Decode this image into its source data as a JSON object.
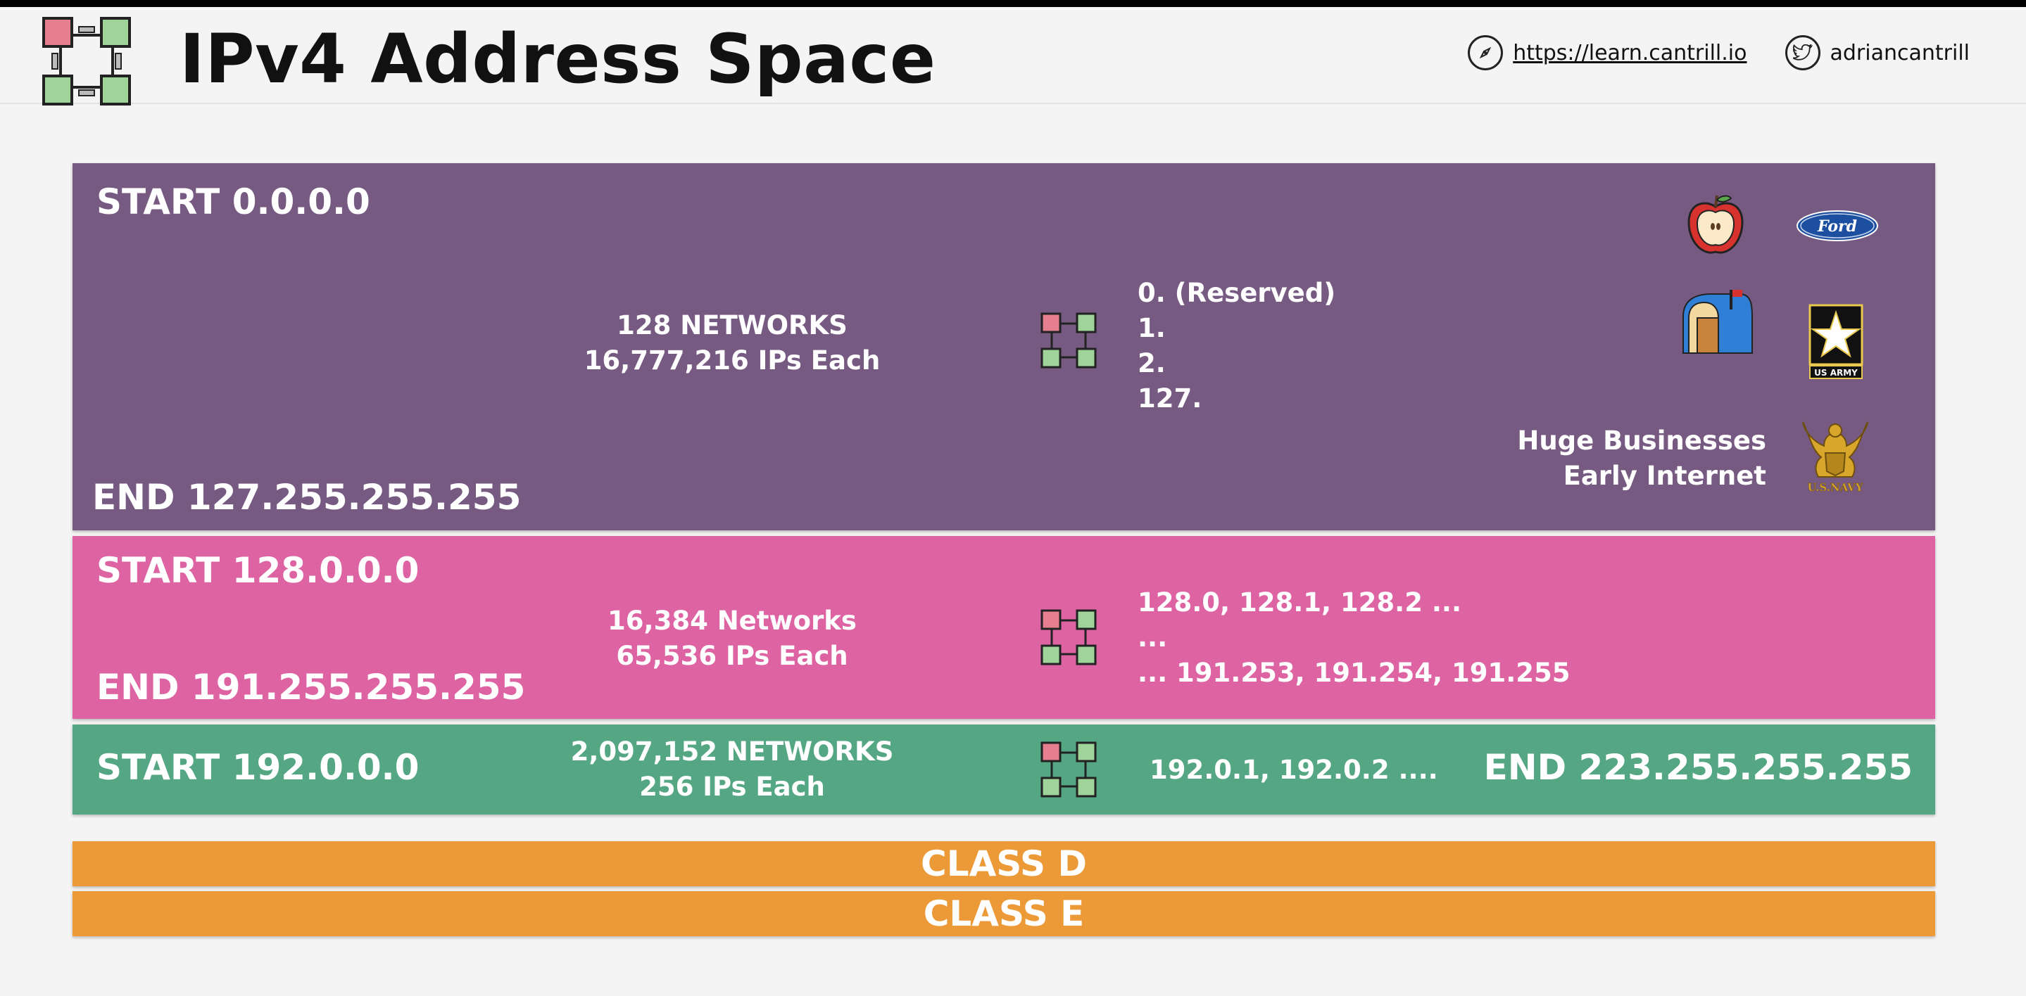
{
  "header": {
    "title": "IPv4 Address Space",
    "url": "https://learn.cantrill.io",
    "twitter": "adriancantrill",
    "icons": [
      "network-logo-icon",
      "compass-icon",
      "twitter-bird-icon"
    ]
  },
  "class_a": {
    "start": "START 0.0.0.0",
    "end": "END 127.255.255.255",
    "networks": "128 NETWORKS",
    "ips": "16,777,216 IPs Each",
    "list": [
      "0. (Reserved)",
      "1.",
      "2.",
      "127."
    ],
    "note_line1": "Huge Businesses",
    "note_line2": "Early Internet",
    "logos": [
      "apple-logo-icon",
      "ford-logo-icon",
      "usps-mailbox-icon",
      "us-army-logo-icon",
      "us-navy-logo-icon"
    ],
    "logo_text": {
      "ford": "Ford",
      "army": "US ARMY",
      "navy": "U.S.NAVY"
    },
    "color": "#765a82"
  },
  "class_b": {
    "start": "START 128.0.0.0",
    "end": "END 191.255.255.255",
    "networks": "16,384 Networks",
    "ips": "65,536 IPs Each",
    "list": [
      "128.0, 128.1, 128.2 ...",
      "...",
      "... 191.253, 191.254, 191.255"
    ],
    "color": "#dd63a2"
  },
  "class_c": {
    "start": "START 192.0.0.0",
    "end": "END 223.255.255.255",
    "networks": "2,097,152 NETWORKS",
    "ips": "256 IPs Each",
    "list": "192.0.1, 192.0.2 ....",
    "color": "#55a784"
  },
  "class_d": {
    "label": "CLASS D",
    "color": "#ec9938"
  },
  "class_e": {
    "label": "CLASS E",
    "color": "#ec9938"
  }
}
